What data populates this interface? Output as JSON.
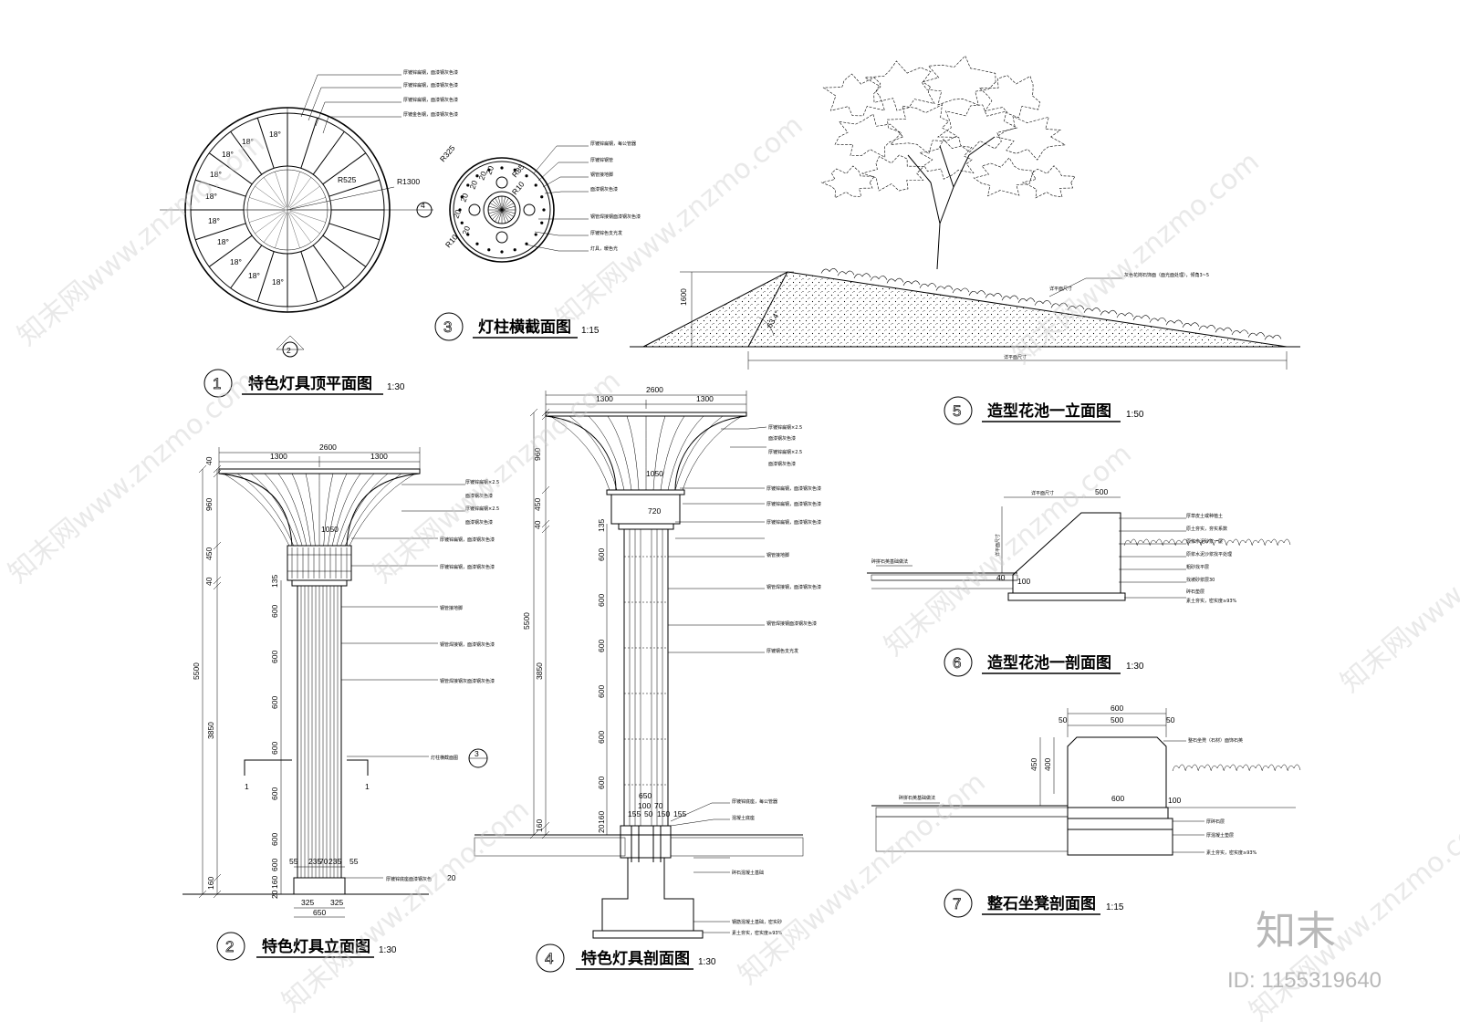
{
  "drawings": {
    "d1": {
      "num": "1",
      "title": "特色灯具顶平面图",
      "scale": "1:30",
      "angles": [
        "18°",
        "18°",
        "18°",
        "18°",
        "18°",
        "18°",
        "18°",
        "18°",
        "18°",
        "18°"
      ],
      "r_outer": "R1300",
      "r_inner": "R525",
      "section_mark": "4",
      "section_mark_b": "2",
      "notes": [
        "厚镀锌扁钢，面漆钢灰色漆",
        "厚镀锌扁钢，面漆钢灰色漆",
        "厚镀锌扁钢，面漆钢灰色漆",
        "厚镀金色钢，面漆钢灰色漆"
      ]
    },
    "d2": {
      "num": "2",
      "title": "特色灯具立面图",
      "scale": "1:30",
      "top_dims": [
        "2600",
        "1300",
        "1300"
      ],
      "left_dims": [
        "40",
        "960",
        "450",
        "40",
        "5500",
        "3850",
        "160"
      ],
      "seg_dims": [
        "135",
        "600",
        "600",
        "600",
        "600",
        "600",
        "600",
        "600",
        "160",
        "20"
      ],
      "bottom_dims": [
        "55",
        "235",
        "70",
        "235",
        "55",
        "325",
        "325",
        "650"
      ],
      "cut_label": "1",
      "cut_label_b": "1",
      "callout": "3",
      "notes": [
        "厚镀锌扁钢×2.5",
        "面漆钢灰色漆",
        "厚镀锌扁钢×2.5",
        "面漆钢灰色漆",
        "厚镀锌扁钢，面漆钢灰色漆",
        "厚镀锌扁钢，面漆钢灰色漆",
        "钢管接地脚",
        "钢管焊接钢，面漆钢灰色漆",
        "钢管焊接钢灰面漆钢灰色漆",
        "灯柱横截面图",
        "厚镀锌底座面漆钢灰色",
        "20"
      ],
      "mid_dim": "1050"
    },
    "d3": {
      "num": "3",
      "title": "灯柱横截面图",
      "scale": "1:15",
      "dims": [
        "R325",
        "R85",
        "R10",
        "R10",
        "20",
        "20",
        "20",
        "20",
        "20",
        "20"
      ],
      "notes": [
        "厚镀锌扁钢，每公管器",
        "厚镀锌钢管",
        "钢管接地脚",
        "面漆钢灰色漆",
        "钢管焊接钢面漆钢灰色漆",
        "厚镀锌色支光发",
        "灯具，暖色光"
      ]
    },
    "d4": {
      "num": "4",
      "title": "特色灯具剖面图",
      "scale": "1:30",
      "top_dims": [
        "2600",
        "1300",
        "1300"
      ],
      "left_dims": [
        "960",
        "450",
        "40",
        "5500",
        "3850",
        "160"
      ],
      "seg_dims": [
        "135",
        "600",
        "600",
        "600",
        "600",
        "600",
        "600",
        "160",
        "20"
      ],
      "mid_dims": [
        "1050",
        "720"
      ],
      "bottom_dims": [
        "650",
        "100",
        "70",
        "155",
        "50",
        "150",
        "155"
      ],
      "notes": [
        "厚镀锌扁钢×2.5",
        "面漆钢灰色漆",
        "厚镀锌扁钢×2.5",
        "面漆钢灰色漆",
        "厚镀锌扁钢，面漆钢灰色漆",
        "厚镀锌扁钢，面漆钢灰色漆",
        "厚镀锌扁钢，面漆钢灰色漆",
        "钢管接地脚",
        "钢管焊接钢，面漆钢灰色漆",
        "钢管焊接钢面漆钢灰色漆",
        "厚镀钢色支光发",
        "厚镀锌底座，每公管器",
        "混凝土底座",
        "碎石混凝土基础",
        "钢筋混凝土基础，密实砂",
        "素土夯实，密实度≥93%"
      ]
    },
    "d5": {
      "num": "5",
      "title": "造型花池一立面图",
      "scale": "1:50",
      "height": "1600",
      "angle": "63.4°",
      "bottom_dim": "详平面尺寸",
      "notes": [
        "详平面尺寸",
        "灰色花岗石饰面（面光面处理），倾角3~5"
      ]
    },
    "d6": {
      "num": "6",
      "title": "造型花池一剖面图",
      "scale": "1:30",
      "dims": [
        "详平面尺寸",
        "500",
        "40",
        "100",
        "详平面尺寸"
      ],
      "notes": [
        "碎拼石英基础做法",
        "厚草皮土或种植土",
        "原土夯实，夯实系数",
        "原浆水泥砂浆一层",
        "原浆水泥沙浆找平处理",
        "粗砂找平层",
        "找坡砂浆层30",
        "碎石垫层",
        "素土夯实，密实度≥93%"
      ]
    },
    "d7": {
      "num": "7",
      "title": "整石坐凳剖面图",
      "scale": "1:15",
      "dims": [
        "600",
        "50",
        "500",
        "50",
        "450",
        "400",
        "600",
        "100"
      ],
      "notes": [
        "整石坐凳（石材）面饰石英",
        "碎拼石英基础做法",
        "厚碎石层",
        "厚混凝土垫层",
        "素土夯实，密实度≥93%"
      ]
    }
  },
  "watermark": {
    "text": "知末网www.znzmo.com",
    "logo": "知末",
    "id": "ID: 1155319640"
  }
}
